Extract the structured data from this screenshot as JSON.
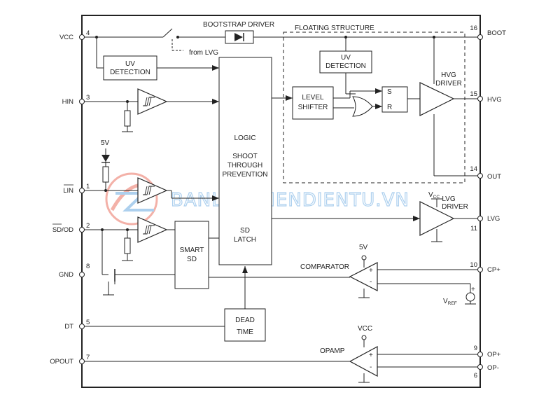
{
  "pins_left": [
    {
      "name": "VCC",
      "num": "4"
    },
    {
      "name": "HIN",
      "num": "3"
    },
    {
      "name": "LIN",
      "num": "1"
    },
    {
      "name": "SD/OD",
      "num": "2"
    },
    {
      "name": "GND",
      "num": "8"
    },
    {
      "name": "DT",
      "num": "5"
    },
    {
      "name": "OPOUT",
      "num": "7"
    }
  ],
  "pins_right": [
    {
      "name": "BOOT",
      "num": "16"
    },
    {
      "name": "HVG",
      "num": "15"
    },
    {
      "name": "OUT",
      "num": "14"
    },
    {
      "name": "LVG",
      "num": "11"
    },
    {
      "name": "CP+",
      "num": "10"
    },
    {
      "name": "OP+",
      "num": "9"
    },
    {
      "name": "OP-",
      "num": "6"
    }
  ],
  "labels": {
    "bootstrap_driver": "BOOTSTRAP DRIVER",
    "from_lvg": "from LVG",
    "floating_structure": "FLOATING STRUCTURE",
    "uv_detection_1": "UV",
    "uv_detection_2": "DETECTION",
    "level_shifter_1": "LEVEL",
    "level_shifter_2": "SHIFTER",
    "latch_s": "S",
    "latch_r": "R",
    "hvg_driver_1": "HVG",
    "hvg_driver_2": "DRIVER",
    "logic_1": "LOGIC",
    "logic_2": "SHOOT",
    "logic_3": "THROUGH",
    "logic_4": "PREVENTION",
    "sd_latch_1": "SD",
    "sd_latch_2": "LATCH",
    "smart_sd_1": "SMART",
    "smart_sd_2": "SD",
    "dead_time_1": "DEAD",
    "dead_time_2": "TIME",
    "lvg_driver_1": "LVG",
    "lvg_driver_2": "DRIVER",
    "vcc_main": "V",
    "vcc_sub": "CC",
    "comparator": "COMPARATOR",
    "opamp": "OPAMP",
    "five_v": "5V",
    "vcc": "VCC",
    "vref_main": "V",
    "vref_sub": "REF",
    "plus": "+",
    "minus": "-"
  },
  "watermark": "BANLINHKIENDIENTU.VN"
}
